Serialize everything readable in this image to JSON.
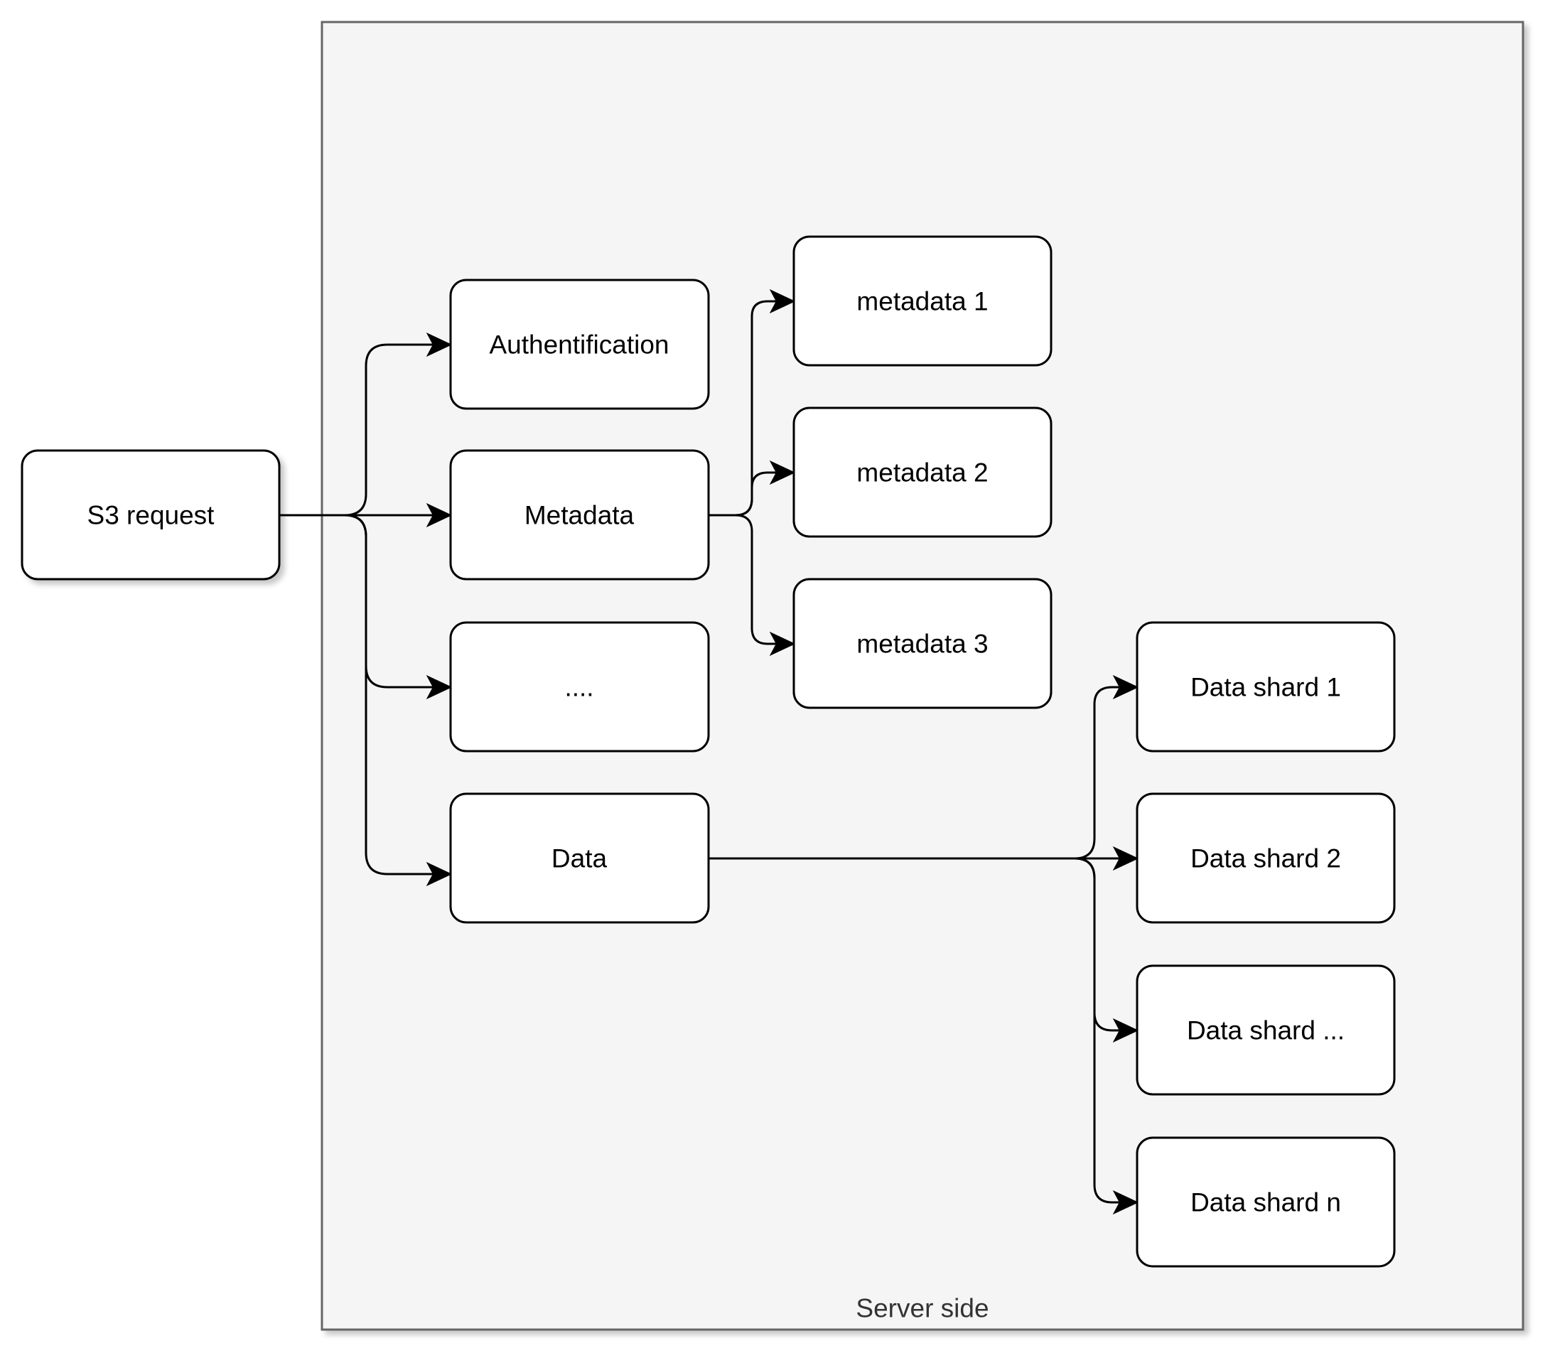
{
  "container": {
    "label": "Server side"
  },
  "nodes": {
    "s3_request": "S3 request",
    "authentification": "Authentification",
    "metadata": "Metadata",
    "ellipsis": "....",
    "data": "Data",
    "metadata_1": "metadata 1",
    "metadata_2": "metadata 2",
    "metadata_3": "metadata 3",
    "data_shard_1": "Data shard 1",
    "data_shard_2": "Data shard 2",
    "data_shard_ellipsis": "Data shard ...",
    "data_shard_n": "Data shard n"
  },
  "colors": {
    "container_fill": "#f5f5f5",
    "container_border": "#666666",
    "node_fill": "#ffffff",
    "stroke": "#000000"
  }
}
